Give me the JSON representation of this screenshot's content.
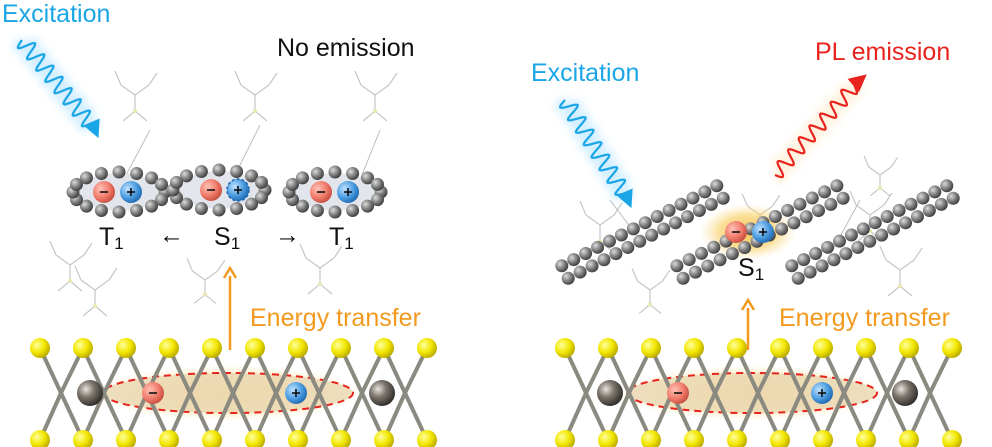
{
  "left_panel": {
    "excitation_label": "Excitation",
    "emission_label": "No emission",
    "energy_transfer_label": "Energy transfer",
    "states": [
      {
        "letter": "T",
        "sub": "1"
      },
      {
        "letter": "S",
        "sub": "1"
      },
      {
        "letter": "T",
        "sub": "1"
      }
    ],
    "arrows": [
      "←",
      "→"
    ]
  },
  "right_panel": {
    "excitation_label": "Excitation",
    "emission_label": "PL emission",
    "energy_transfer_label": "Energy transfer",
    "state": {
      "letter": "S",
      "sub": "1"
    }
  },
  "charge_signs": {
    "negative": "−",
    "positive": "+"
  },
  "colors": {
    "excitation": "#1aa6e6",
    "pl_emission": "#e8231d",
    "energy_transfer": "#f39a1e",
    "sulfur_atom": "#f2e600",
    "metal_atom": "#6b6660",
    "carbon_atom": "#777777",
    "electron": "#f07a6a",
    "hole": "#4a9be0"
  }
}
